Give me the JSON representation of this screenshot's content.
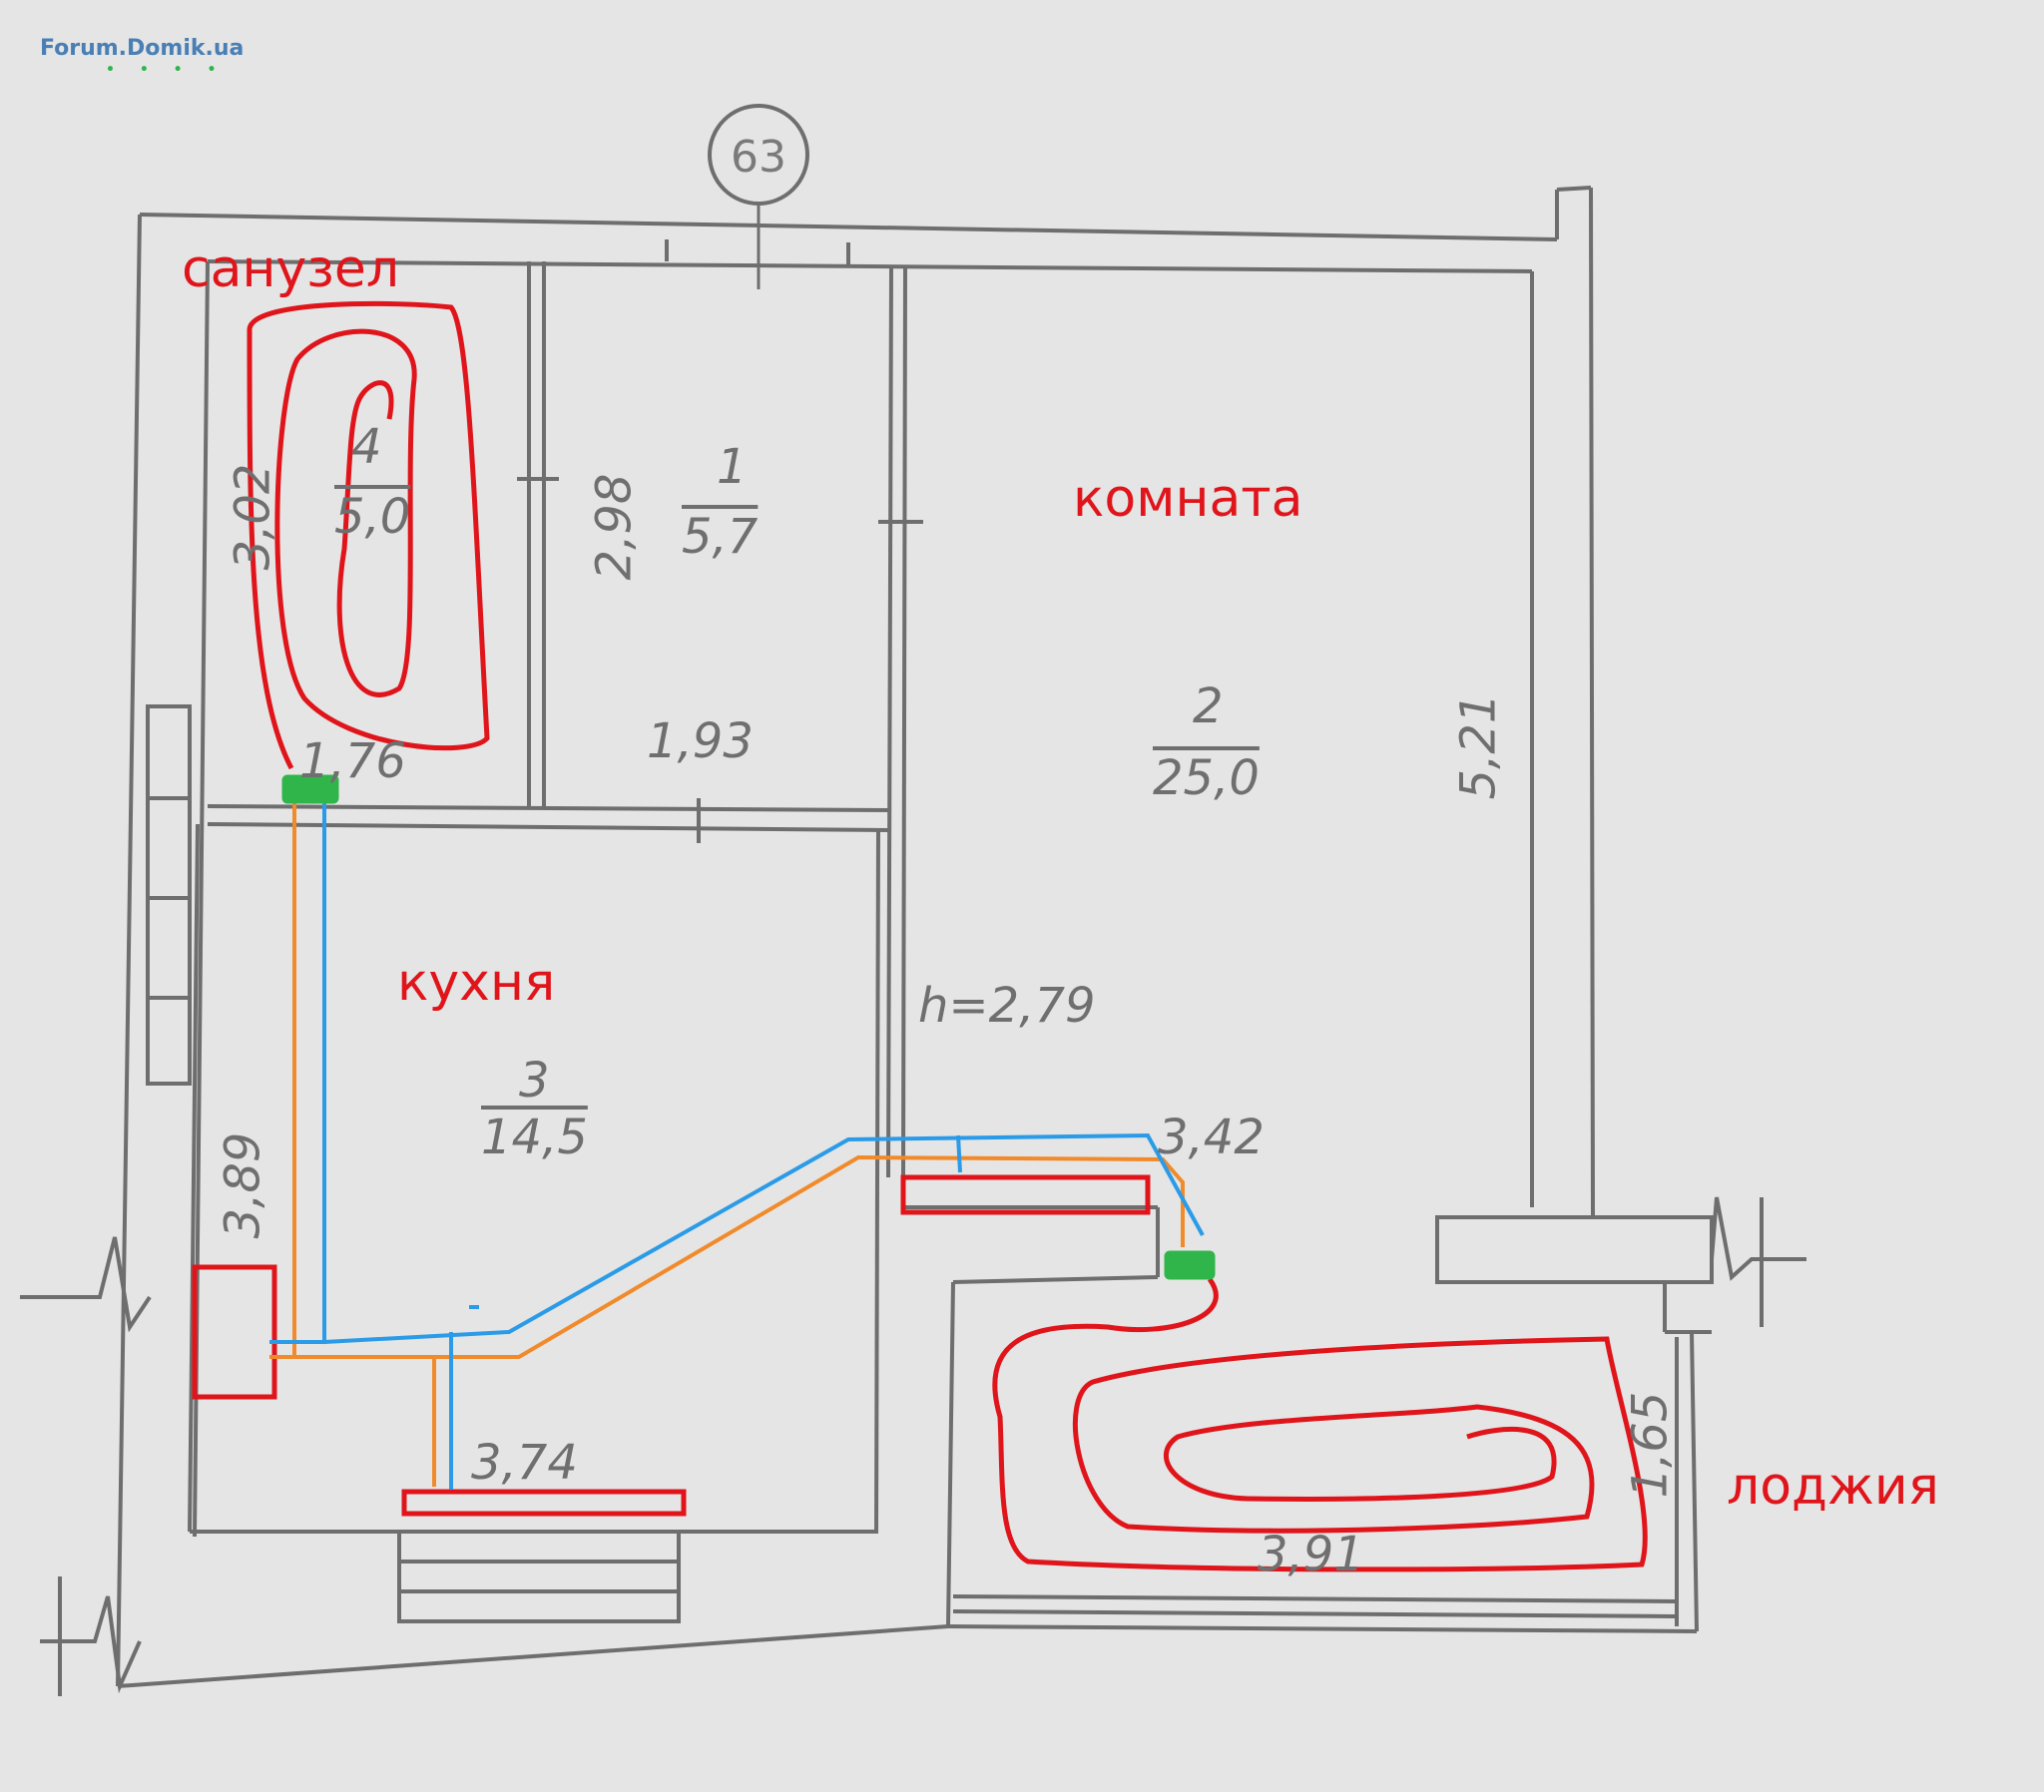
{
  "watermark": {
    "site": "Forum.Domik.ua",
    "dots": "• • • •"
  },
  "axis_marker": "63",
  "rooms": {
    "bathroom": {
      "label": "санузел",
      "number": "4",
      "area": "5,0"
    },
    "hall": {
      "number": "1",
      "area": "5,7"
    },
    "room": {
      "label": "комната",
      "number": "2",
      "area": "25,0"
    },
    "kitchen": {
      "label": "кухня",
      "number": "3",
      "area": "14,5"
    },
    "loggia": {
      "label": "лоджия"
    }
  },
  "dimensions": {
    "bath_height": "3,02",
    "bath_width": "1,76",
    "hall_height": "2,98",
    "hall_width": "1,93",
    "room_height": "5,21",
    "room_width": "3,42",
    "ceiling": "h=2,79",
    "kitchen_height": "3,89",
    "kitchen_width": "3,74",
    "loggia_height": "1,65",
    "loggia_width": "3,91"
  },
  "colors": {
    "wall": "#6e6e6e",
    "heating_loop": "#e0151b",
    "supply_pipe": "#f18a2b",
    "return_pipe": "#2b9be8",
    "manifold": "#2fb54a",
    "label": "#e0151b",
    "watermark": "#4a7fb5"
  }
}
